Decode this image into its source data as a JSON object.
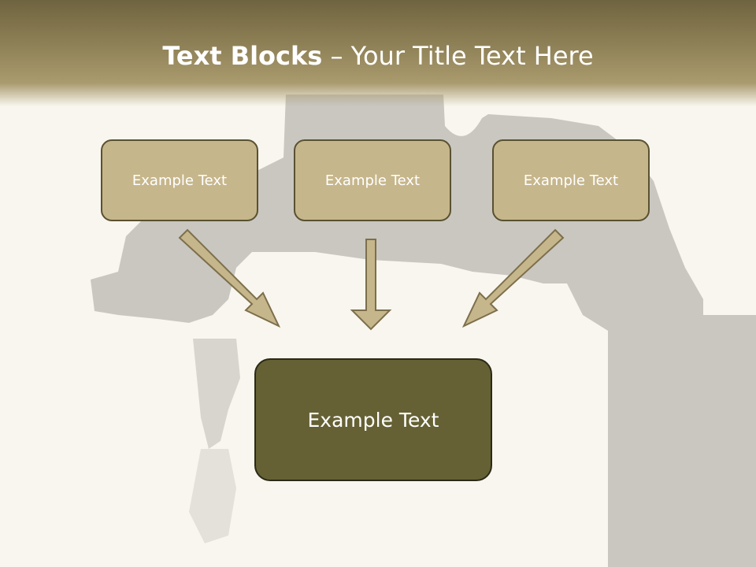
{
  "title": {
    "bold": "Text Blocks",
    "rest": " – Your Title Text Here"
  },
  "boxes": [
    {
      "label": "Example Text"
    },
    {
      "label": "Example Text"
    },
    {
      "label": "Example Text"
    }
  ],
  "target": {
    "label": "Example Text"
  },
  "colors": {
    "header": "#8d7f55",
    "small_box": "#c6b68b",
    "big_box": "#656134",
    "arrow": "#c6b68b",
    "faucet_silhouette": "#c9c7c0"
  },
  "background_image": "faucet-silhouette"
}
